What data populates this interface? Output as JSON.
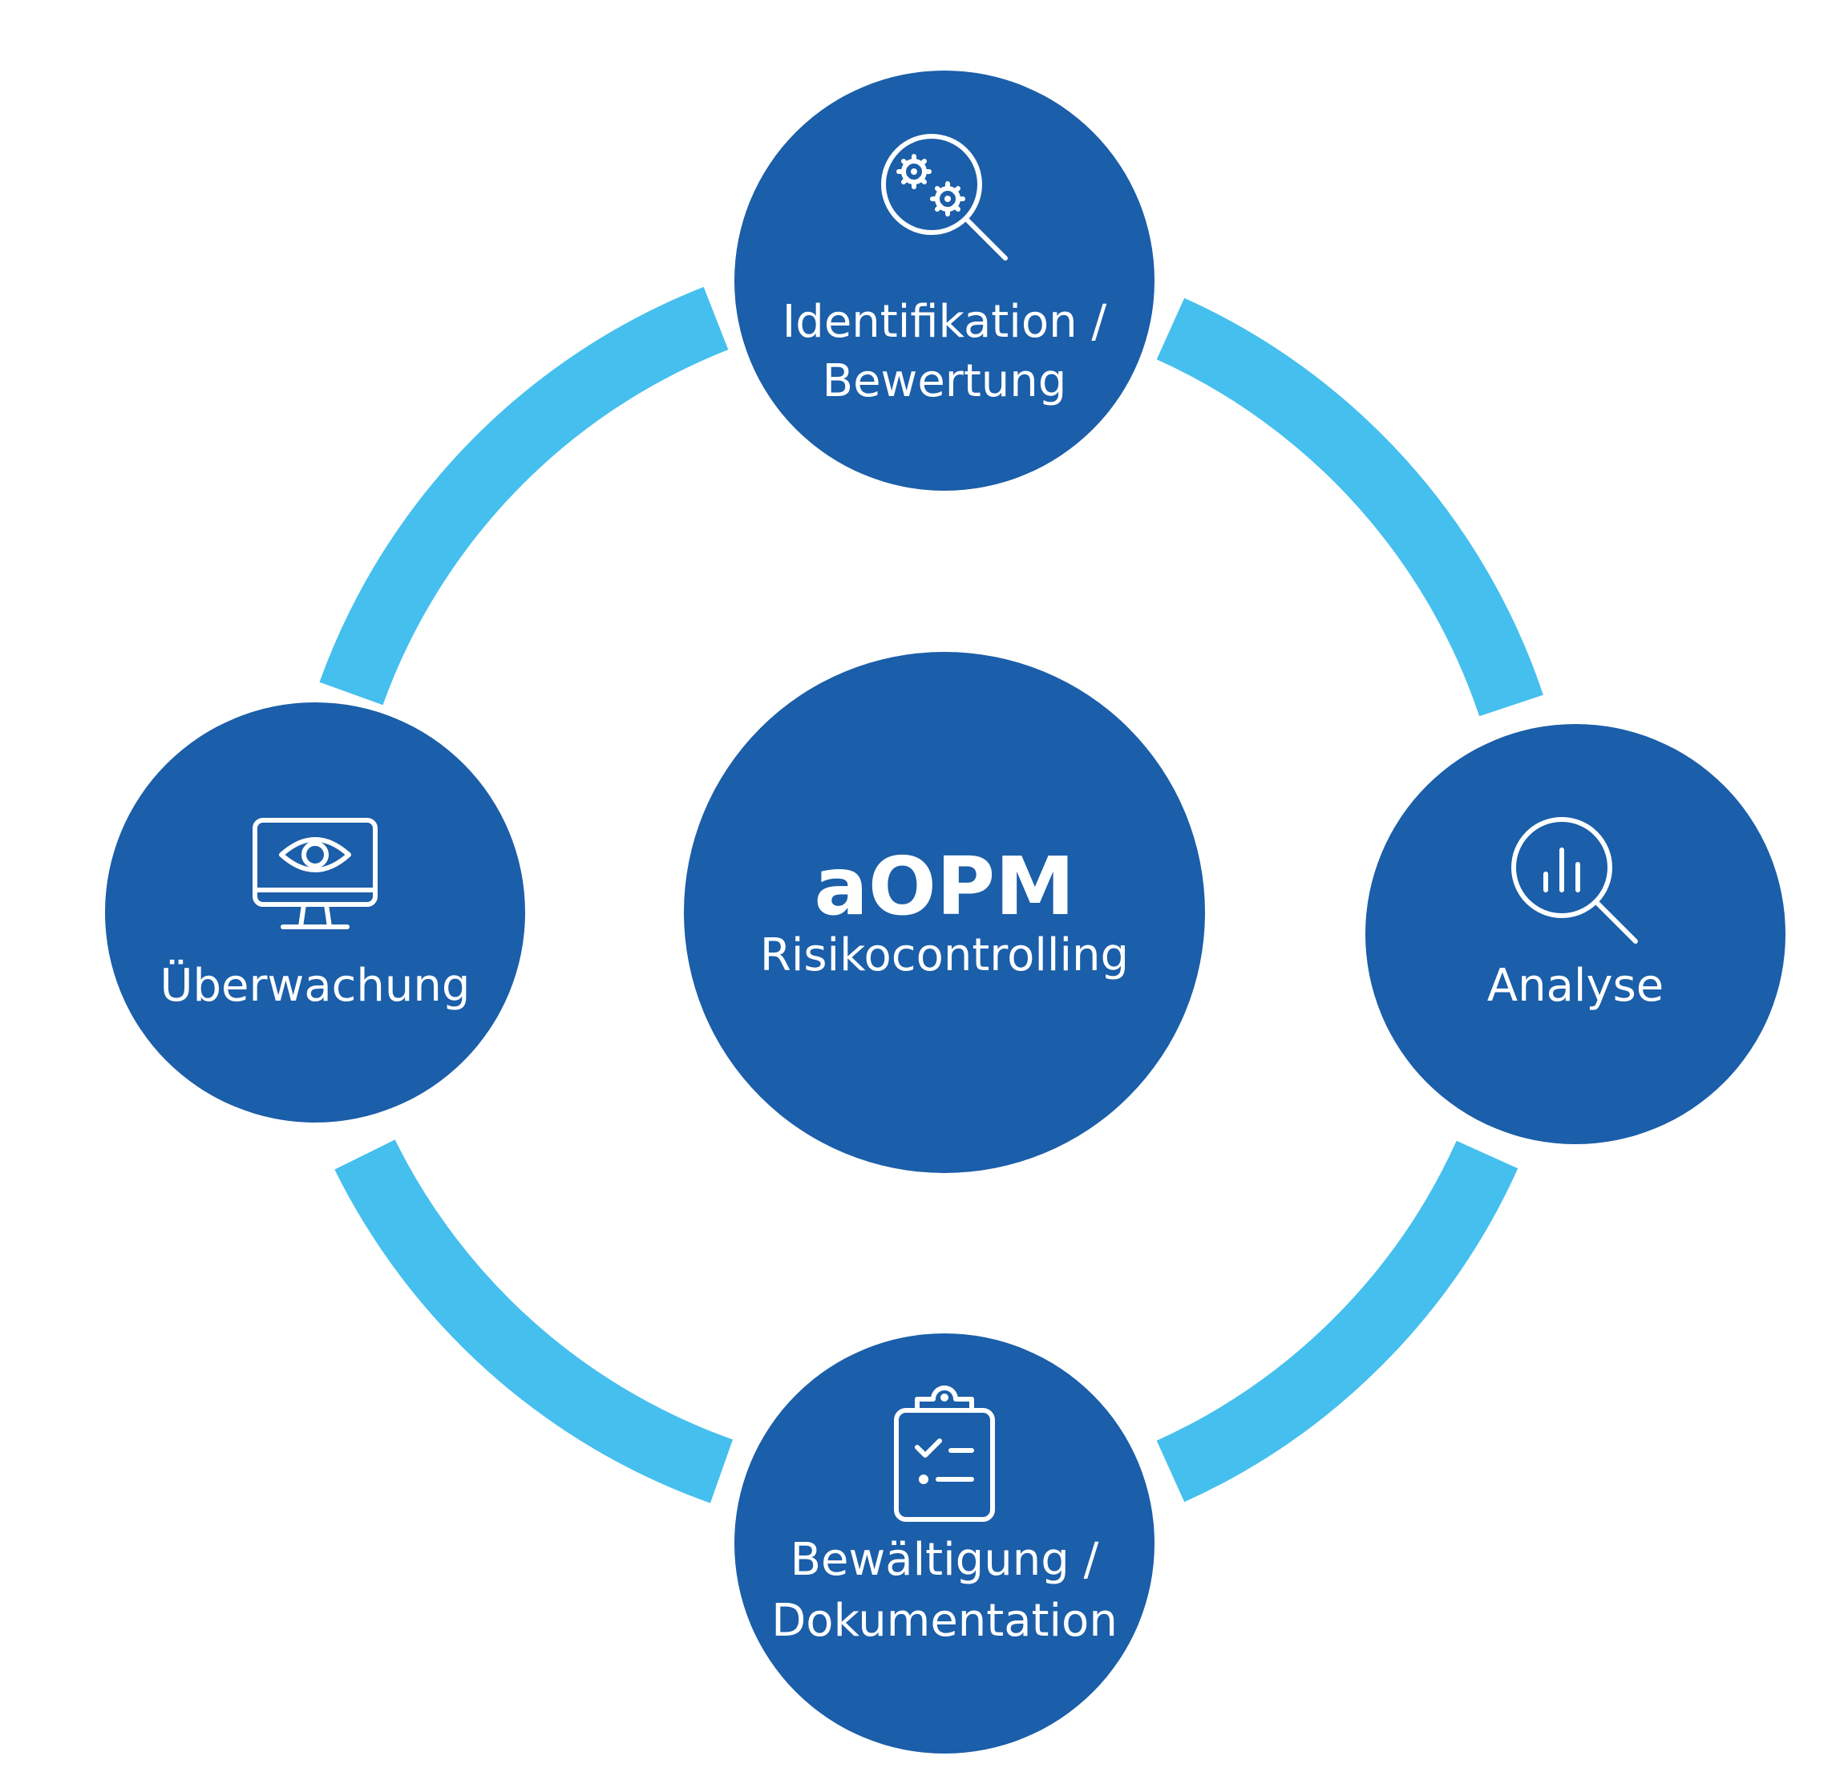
{
  "colors": {
    "node": "#1b5ea9",
    "ring": "#45bfee",
    "text": "#ffffff",
    "background": "#ffffff"
  },
  "center": {
    "title": "aOPM",
    "subtitle": "Risikocontrolling"
  },
  "nodes": [
    {
      "id": "top",
      "icon": "gears-magnifier-icon",
      "label_lines": [
        "Identifikation /",
        "Bewertung"
      ]
    },
    {
      "id": "right",
      "icon": "chart-magnifier-icon",
      "label_lines": [
        "Analyse"
      ]
    },
    {
      "id": "bottom",
      "icon": "clipboard-checklist-icon",
      "label_lines": [
        "Bewältigung /",
        "Dokumentation"
      ]
    },
    {
      "id": "left",
      "icon": "monitor-eye-icon",
      "label_lines": [
        "Überwachung"
      ]
    }
  ]
}
